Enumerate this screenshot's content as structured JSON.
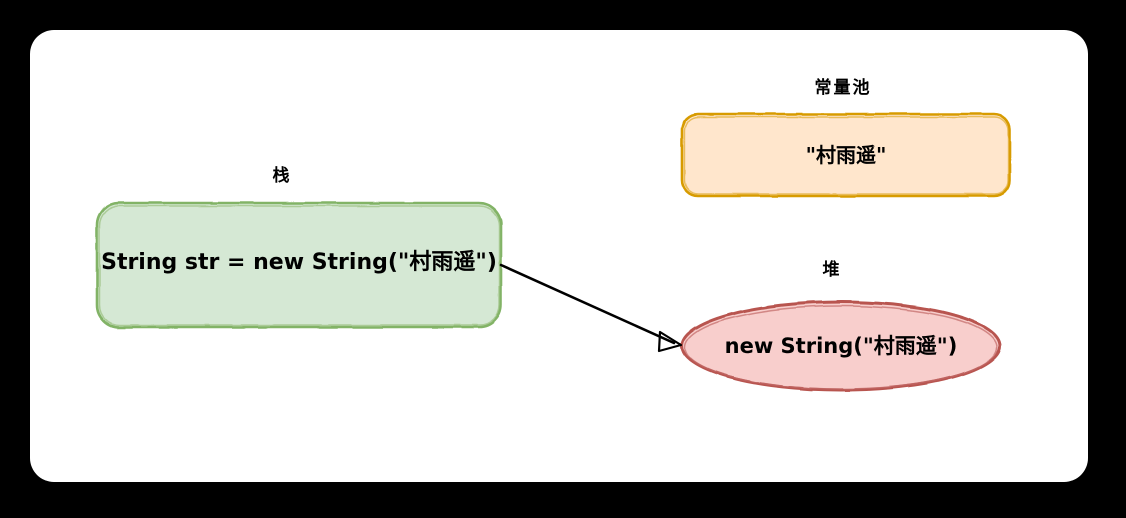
{
  "page": {
    "title": "JVM String memory allocation diagram",
    "background_color": "#000000",
    "canvas_color": "#ffffff"
  },
  "diagram": {
    "type": "memory-model-diagram",
    "nodes": [
      {
        "id": "stack",
        "caption": "栈",
        "text": "String str = new String(\"村雨遥\")",
        "shape": "rounded-rectangle",
        "fill": "#d5e8d4",
        "stroke": "#82b366"
      },
      {
        "id": "constant-pool",
        "caption": "常量池",
        "text": "\"村雨遥\"",
        "shape": "rounded-rectangle",
        "fill": "#ffe6cc",
        "stroke": "#d79b00"
      },
      {
        "id": "heap",
        "caption": "堆",
        "text": "new String(\"村雨遥\")",
        "shape": "ellipse",
        "fill": "#f8cecc",
        "stroke": "#b85450"
      }
    ],
    "edges": [
      {
        "id": "stack-to-heap",
        "from": "stack",
        "to": "heap",
        "stroke": "#000000",
        "arrowhead": "open-triangle"
      }
    ]
  }
}
